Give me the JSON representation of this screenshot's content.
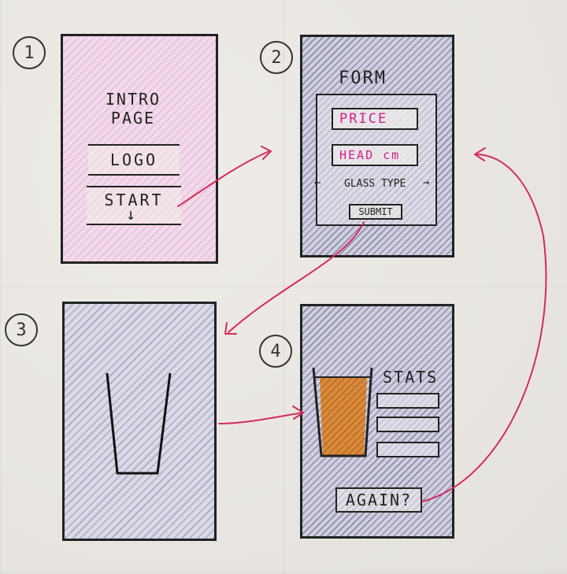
{
  "panels": [
    {
      "number": "1",
      "title": "INTRO PAGE",
      "logo_label": "LOGO",
      "start_label": "START",
      "start_arrow": "↓"
    },
    {
      "number": "2",
      "title": "FORM",
      "price_label": "PRICE",
      "head_label": "HEAD cm",
      "glass_type_label": "GLASS TYPE",
      "left_arrow": "←",
      "right_arrow": "→",
      "submit_label": "SUBMIT"
    },
    {
      "number": "3"
    },
    {
      "number": "4",
      "stats_label": "STATS",
      "again_label": "AGAIN?"
    }
  ],
  "colors": {
    "arrow": "#d22c5a",
    "field_text": "#d01f8e",
    "beer": "#d98a3a",
    "ink": "#222222"
  },
  "icons": [
    "empty-glass-icon",
    "full-glass-icon",
    "flow-arrow"
  ]
}
